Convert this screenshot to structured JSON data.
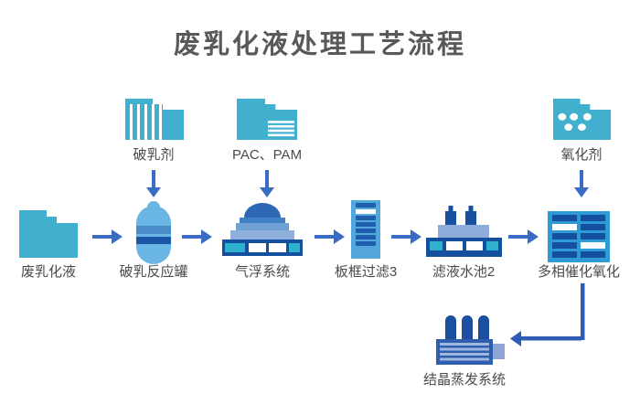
{
  "title": "废乳化液处理工艺流程",
  "colors": {
    "folder_teal": "#41AFCE",
    "navy": "#14509E",
    "arrow_blue": "#3A6CC6",
    "connector_blue": "#2E5CB5",
    "tank_light_blue": "#69B6E4",
    "label_gray": "#4A4A4A",
    "title_gray": "#595959"
  },
  "inputs": [
    {
      "id": "demulsifier",
      "label": "破乳剂"
    },
    {
      "id": "pac-pam",
      "label": "PAC、PAM"
    },
    {
      "id": "oxidant",
      "label": "氧化剂"
    }
  ],
  "flow": [
    {
      "id": "waste-emulsion",
      "label": "废乳化液"
    },
    {
      "id": "reaction-tank",
      "label": "破乳反应罐"
    },
    {
      "id": "air-flotation",
      "label": "气浮系统"
    },
    {
      "id": "plate-filter",
      "label": "板框过滤3"
    },
    {
      "id": "filtrate-pool",
      "label": "滤液水池2"
    },
    {
      "id": "catalytic-oxidation",
      "label": "多相催化氧化"
    }
  ],
  "output": {
    "id": "crystallization",
    "label": "结晶蒸发系统"
  }
}
